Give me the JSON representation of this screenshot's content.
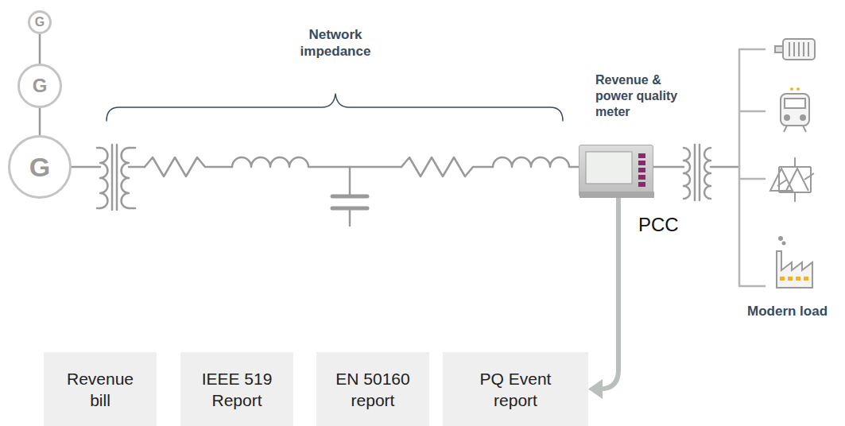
{
  "diagram": {
    "nodes": [
      {
        "text": [
          "G"
        ]
      },
      {
        "text": [
          "G"
        ]
      },
      {
        "text": [
          "G"
        ]
      },
      {
        "text": [
          "Revenue & power quality meter"
        ]
      },
      {
        "text": [
          "Revenue bill"
        ]
      },
      {
        "text": [
          "IEEE 519 Report"
        ]
      },
      {
        "text": [
          "EN 50160 report"
        ]
      },
      {
        "text": [
          "PQ Event report"
        ]
      }
    ],
    "edges": [
      {
        "from": 0,
        "to": 1,
        "arrow": "none"
      },
      {
        "from": 1,
        "to": 2,
        "arrow": "none"
      },
      {
        "from": 3,
        "to": 7,
        "arrow": "to"
      }
    ],
    "labels": [
      "Network impedance",
      "PCC",
      "Modern load"
    ]
  }
}
